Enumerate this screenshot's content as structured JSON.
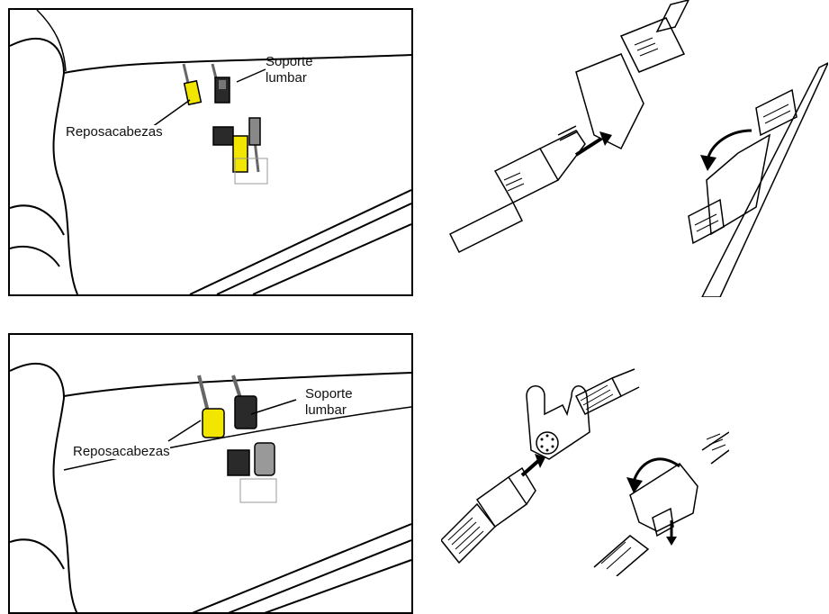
{
  "panel1": {
    "label_lumbar_line1": "Soporte",
    "label_lumbar_line2": "lumbar",
    "label_headrest": "Reposacabezas"
  },
  "panel3": {
    "label_lumbar_line1": "Soporte",
    "label_lumbar_line2": "lumbar",
    "label_headrest": "Reposacabezas"
  },
  "colors": {
    "headrest_connector": "#f2e600",
    "lumbar_connector": "#2a2a2a",
    "outline": "#000000"
  }
}
